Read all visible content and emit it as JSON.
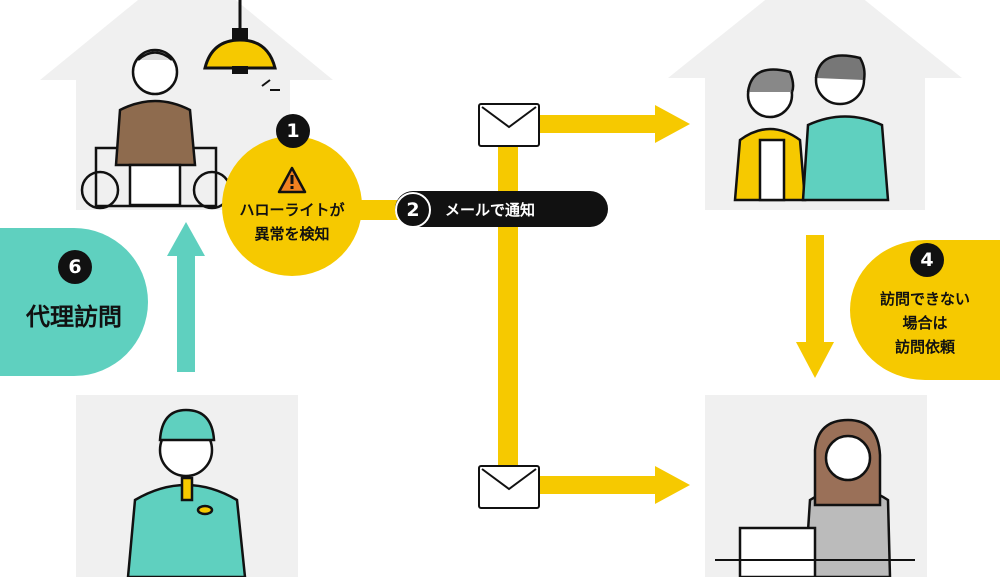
{
  "steps": [
    {
      "number": "1",
      "lines": [
        "ハローライトが",
        "異常を検知"
      ]
    },
    {
      "number": "2",
      "label": "メールで通知"
    },
    {
      "number": "4",
      "lines": [
        "訪問できない",
        "場合は",
        "訪問依頼"
      ]
    },
    {
      "number": "6",
      "label": "代理訪問"
    }
  ],
  "icons": {
    "warning": "warning-icon",
    "mail": "mail-icon"
  },
  "colors": {
    "yellow": "#f6c900",
    "teal": "#5fd0bf",
    "black": "#111111",
    "house": "#f0f0f0"
  }
}
